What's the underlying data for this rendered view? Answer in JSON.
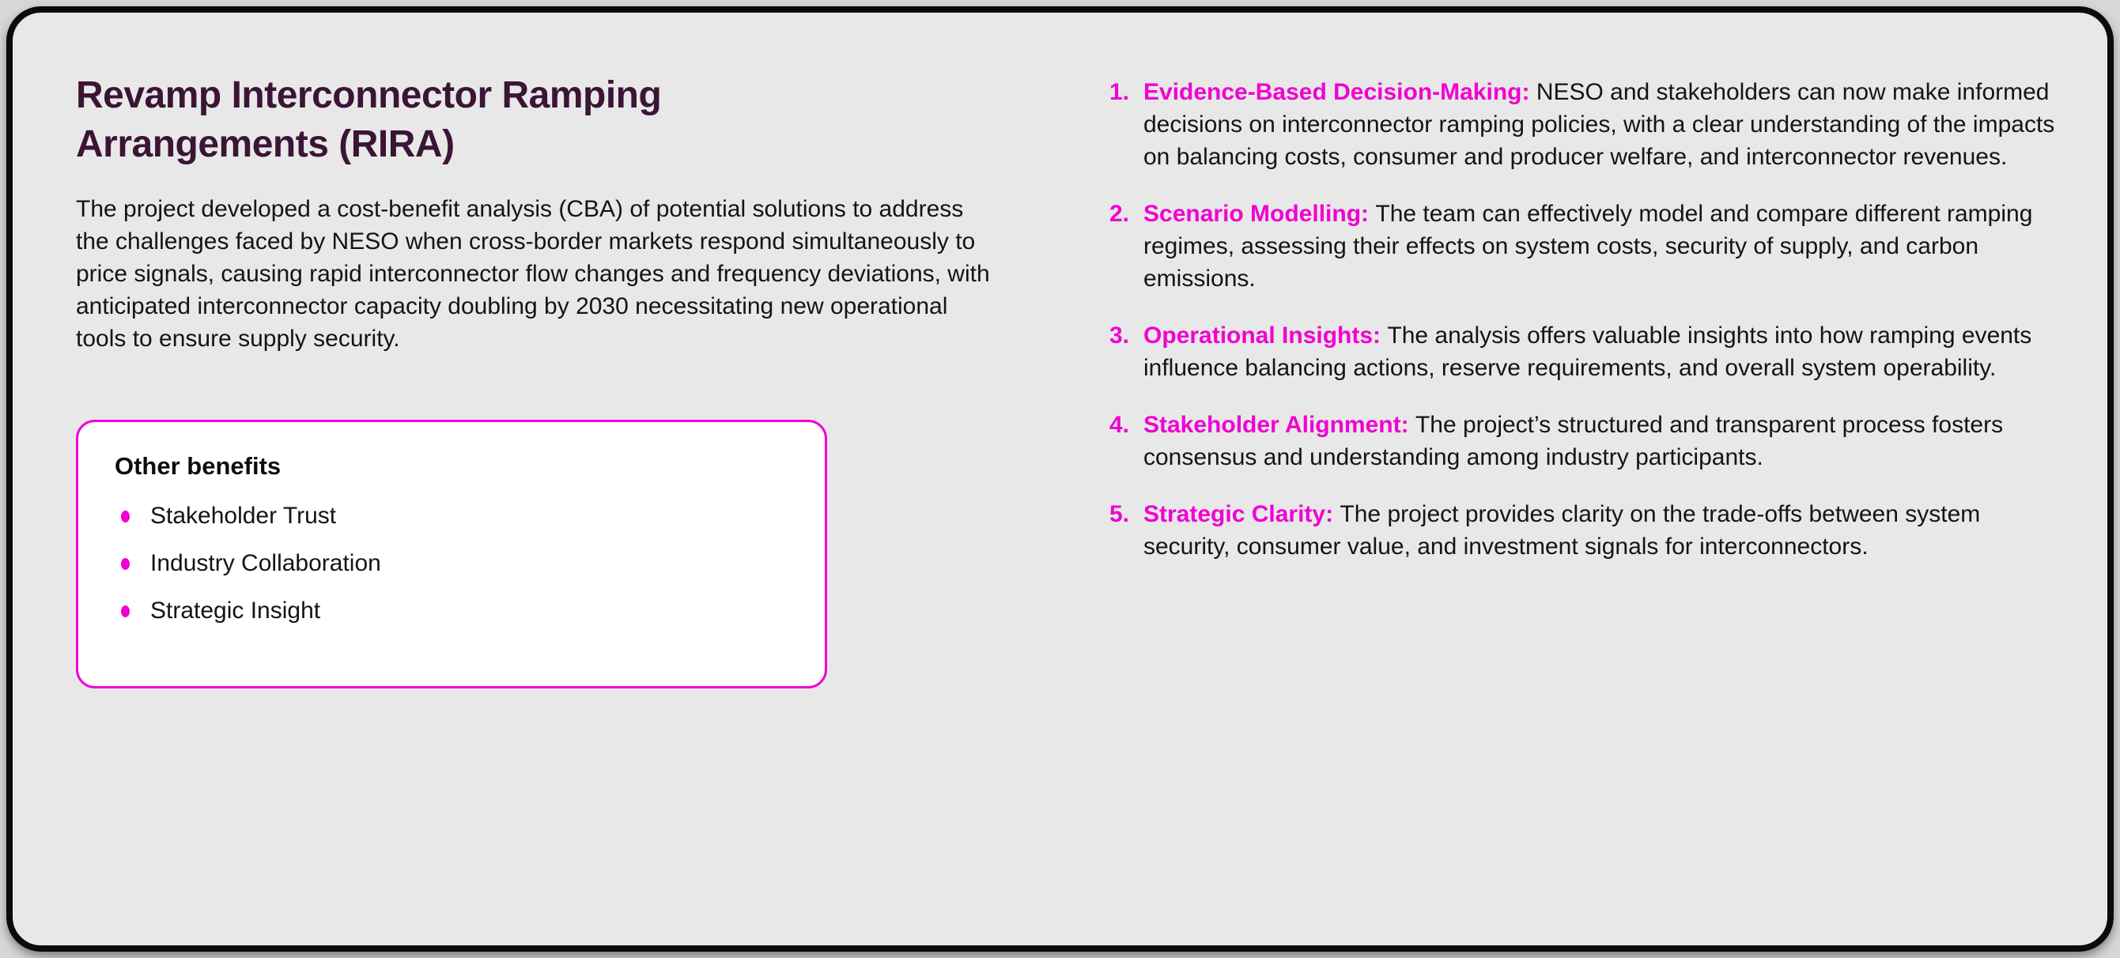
{
  "slide": {
    "title": "Revamp Interconnector Ramping Arrangements (RIRA)",
    "intro": "The project developed a cost-benefit analysis (CBA) of potential solutions to address the challenges faced by NESO when cross-border markets respond simultaneously to price signals, causing rapid interconnector flow changes and frequency deviations, with anticipated interconnector capacity doubling by 2030 necessitating new operational tools to ensure supply security."
  },
  "benefits_box": {
    "heading": "Other benefits",
    "items": [
      "Stakeholder Trust",
      "Industry Collaboration",
      "Strategic Insight"
    ]
  },
  "numbered_list": [
    {
      "number": "1.",
      "heading": "Evidence-Based Decision-Making: ",
      "text": "NESO and stakeholders can now make informed decisions on interconnector ramping policies, with a clear understanding of the impacts on balancing costs, consumer and producer welfare, and interconnector revenues."
    },
    {
      "number": "2.",
      "heading": "Scenario Modelling: ",
      "text": "The team can effectively model and compare different ramping regimes, assessing their effects on system costs, security of supply, and carbon emissions."
    },
    {
      "number": "3.",
      "heading": "Operational Insights: ",
      "text": "The analysis offers valuable insights into how ramping events influence balancing actions, reserve requirements, and overall system operability."
    },
    {
      "number": "4.",
      "heading": "Stakeholder Alignment: ",
      "text": "The project’s structured and transparent process fosters consensus and understanding among industry participants."
    },
    {
      "number": "5.",
      "heading": "Strategic Clarity: ",
      "text": "The project provides clarity on the trade-offs between system security, consumer value, and investment signals for interconnectors."
    }
  ],
  "colors": {
    "accent_magenta": "#f000d2",
    "title_purple": "#3a1535",
    "card_background": "#e9e8e8",
    "card_border": "#0b0b0b",
    "box_background": "#ffffff",
    "body_text": "#141414",
    "page_background": "#d7d7d7"
  }
}
